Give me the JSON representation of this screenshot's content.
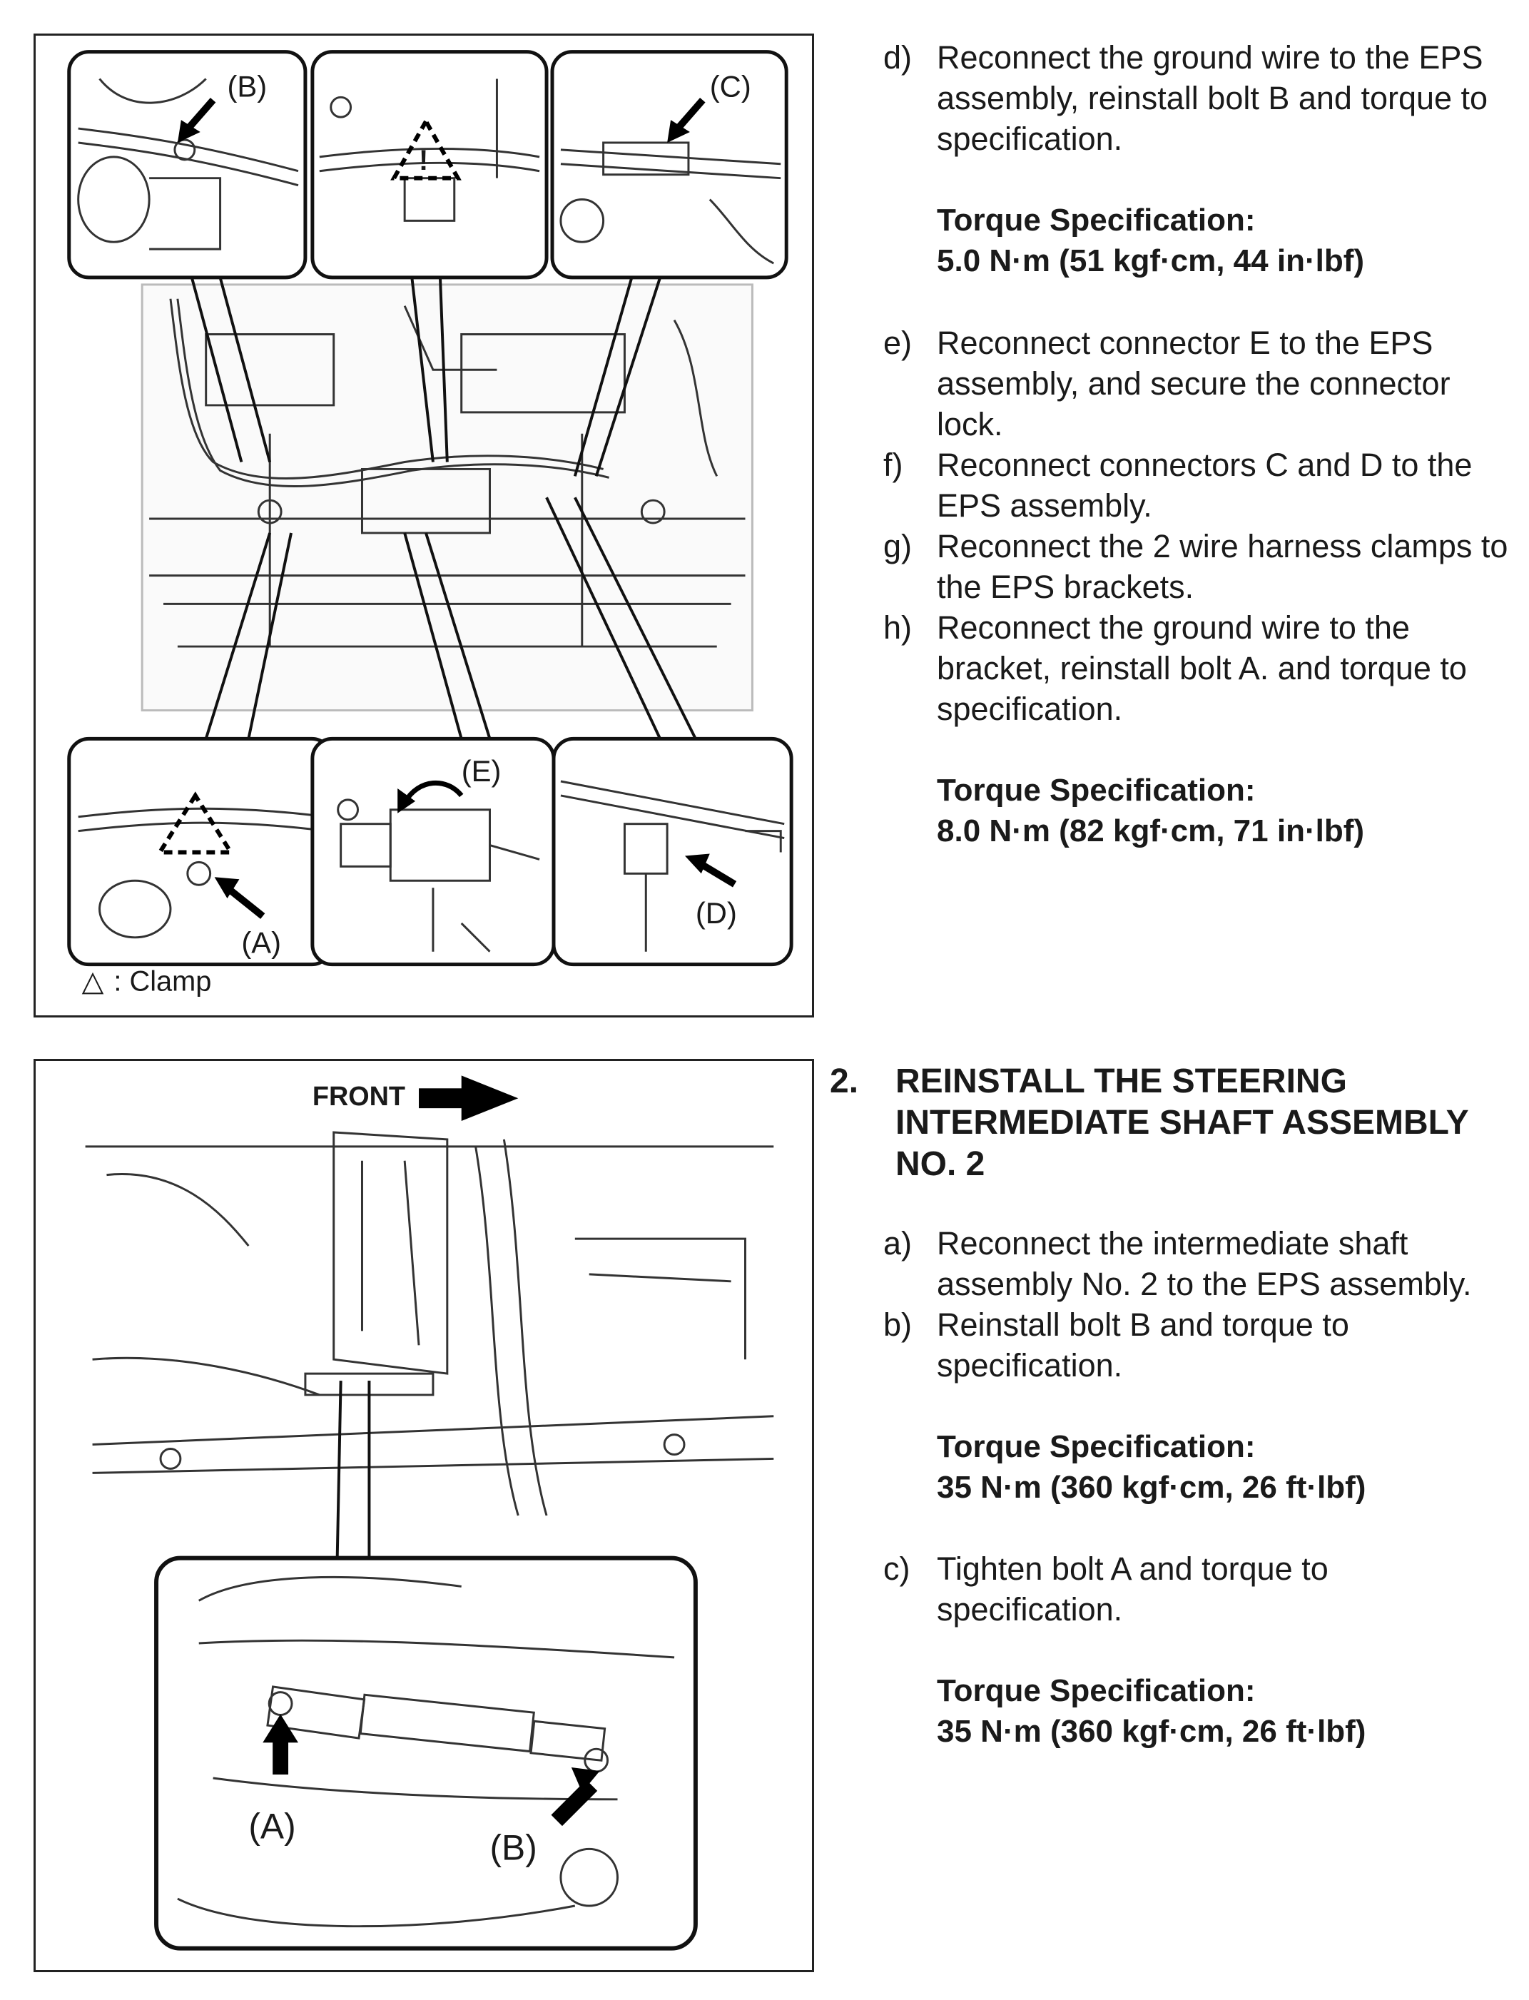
{
  "figure1": {
    "callouts": [
      "(B)",
      "(C)",
      "(E)",
      "(A)",
      "(D)"
    ],
    "legend_symbol": "△",
    "legend_text": ": Clamp"
  },
  "figure2": {
    "front_label": "FRONT",
    "callouts": [
      "(A)",
      "(B)"
    ]
  },
  "section1": {
    "steps": [
      {
        "letter": "d)",
        "text": "Reconnect the ground wire to the EPS assembly, reinstall bolt B and torque to specification."
      },
      {
        "letter": "e)",
        "text": "Reconnect connector E to the EPS assembly, and secure the connector lock."
      },
      {
        "letter": "f)",
        "text": "Reconnect connectors C and D to the EPS assembly."
      },
      {
        "letter": "g)",
        "text": "Reconnect the 2 wire harness clamps to the EPS brackets."
      },
      {
        "letter": "h)",
        "text": "Reconnect the ground wire to the bracket, reinstall bolt A. and torque to specification."
      }
    ],
    "spec1": {
      "title": "Torque Specification:",
      "value": "5.0 N·m (51 kgf·cm, 44 in·lbf)"
    },
    "spec2": {
      "title": "Torque Specification:",
      "value": "8.0 N·m (82 kgf·cm, 71 in·lbf)"
    }
  },
  "section2": {
    "number": "2.",
    "title": "REINSTALL THE STEERING INTERMEDIATE SHAFT ASSEMBLY NO. 2",
    "steps": [
      {
        "letter": "a)",
        "text": "Reconnect the intermediate shaft assembly No. 2 to the EPS assembly."
      },
      {
        "letter": "b)",
        "text": "Reinstall bolt B and torque to specification."
      },
      {
        "letter": "c)",
        "text": "Tighten bolt A and torque to specification."
      }
    ],
    "spec1": {
      "title": "Torque Specification:",
      "value": "35 N·m (360 kgf·cm, 26 ft·lbf)"
    },
    "spec2": {
      "title": "Torque Specification:",
      "value": "35 N·m (360 kgf·cm, 26 ft·lbf)"
    }
  }
}
